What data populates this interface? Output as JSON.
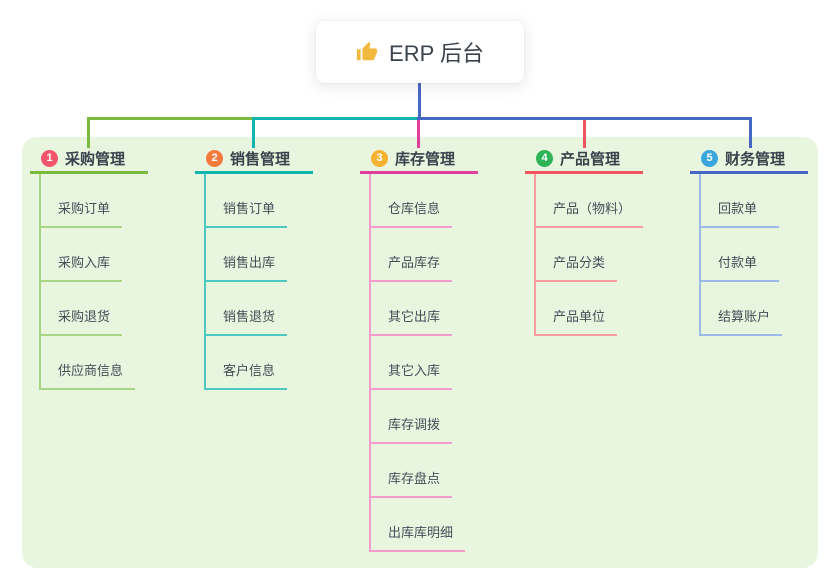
{
  "root": {
    "icon": "thumbs-up",
    "label": "ERP 后台"
  },
  "branches": [
    {
      "badge": "1",
      "title": "采购管理",
      "badge_color": "#f2566c",
      "line_color": "#7cba3f",
      "child_line_color": "#a9d584",
      "children": [
        "采购订单",
        "采购入库",
        "采购退货",
        "供应商信息"
      ]
    },
    {
      "badge": "2",
      "title": "销售管理",
      "badge_color": "#f57a3e",
      "line_color": "#12b5ae",
      "child_line_color": "#4fc7c1",
      "children": [
        "销售订单",
        "销售出库",
        "销售退货",
        "客户信息"
      ]
    },
    {
      "badge": "3",
      "title": "库存管理",
      "badge_color": "#f6b331",
      "line_color": "#de3f9d",
      "child_line_color": "#f19ecb",
      "children": [
        "仓库信息",
        "产品库存",
        "其它出库",
        "其它入库",
        "库存调拨",
        "库存盘点",
        "出库库明细"
      ]
    },
    {
      "badge": "4",
      "title": "产品管理",
      "badge_color": "#2fb357",
      "line_color": "#f25560",
      "child_line_color": "#f79b9f",
      "children": [
        "产品（物料）",
        "产品分类",
        "产品单位"
      ]
    },
    {
      "badge": "5",
      "title": "财务管理",
      "badge_color": "#3ba6dd",
      "line_color": "#4767c5",
      "child_line_color": "#9db9e8",
      "children": [
        "回款单",
        "付款单",
        "结算账户"
      ]
    }
  ],
  "colors": {
    "background": "#ffffff",
    "panel": "#e8f6e0",
    "root_icon": "#f2b93c",
    "root_text": "#3a424d"
  }
}
